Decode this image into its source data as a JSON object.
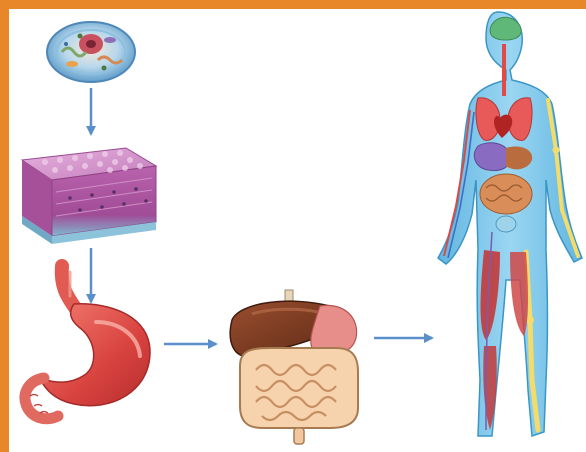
{
  "diagram": {
    "kind": "levels-of-organization",
    "stages": [
      "cell",
      "tissue",
      "organ",
      "organ-system",
      "organism"
    ],
    "colors": {
      "frame_border": "#E8862A",
      "arrow": "#5B8FC9",
      "cell": "#7FB3D8",
      "tissue": "#C879C0",
      "stomach": "#E0524F",
      "liver": "#7A3A22",
      "intestine": "#F2C9A0",
      "body_skin": "#7CC4E8",
      "muscle": "#C23A3A",
      "skeleton": "#F3DC6A"
    }
  }
}
